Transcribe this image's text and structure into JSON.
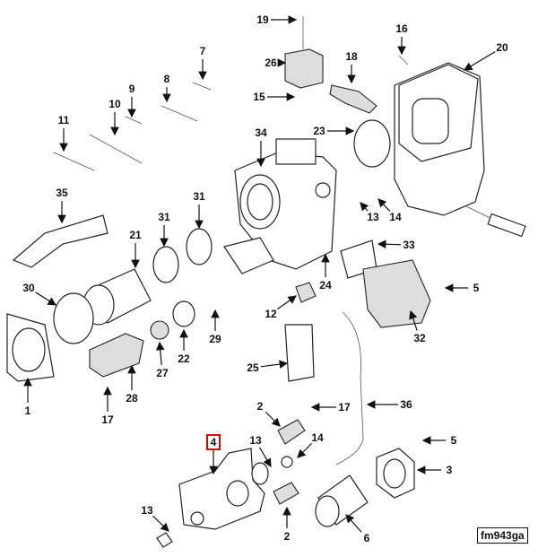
{
  "callouts": [
    "19",
    "16",
    "20",
    "7",
    "26",
    "18",
    "9",
    "8",
    "15",
    "11",
    "10",
    "23",
    "34",
    "35",
    "31",
    "31",
    "21",
    "13",
    "14",
    "33",
    "30",
    "24",
    "5",
    "12",
    "29",
    "32",
    "22",
    "27",
    "28",
    "25",
    "17",
    "36",
    "1",
    "17",
    "2",
    "4",
    "13",
    "14",
    "5",
    "3",
    "13",
    "2",
    "6"
  ],
  "highlighted_callout": "4",
  "highlight_color": "#e00000",
  "figure_id": "fm943ga"
}
